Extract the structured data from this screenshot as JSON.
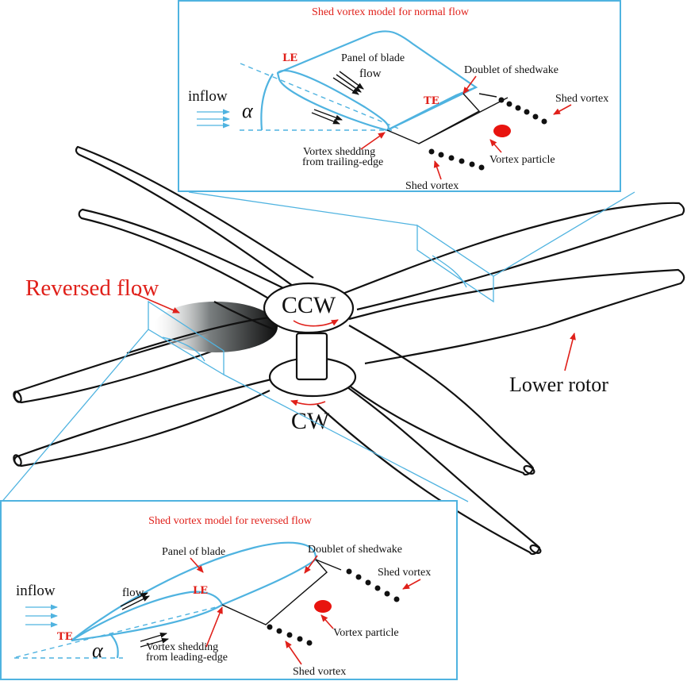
{
  "colors": {
    "frame_blue": "#4fb3e0",
    "label_red": "#e0201a",
    "line_black": "#111111"
  },
  "main": {
    "reversed_flow_label": "Reversed flow",
    "upper_hub_label": "CCW",
    "lower_hub_label": "CW",
    "lower_rotor_label": "Lower rotor"
  },
  "normal_panel": {
    "title": "Shed vortex model for normal flow",
    "inflow": "inflow",
    "alpha": "α",
    "le": "LE",
    "te": "TE",
    "panel_of_blade": "Panel of blade",
    "flow": "flow",
    "doublet": "Doublet of shedwake",
    "shed_vortex_right": "Shed vortex",
    "vortex_particle": "Vortex particle",
    "shedding_line1": "Vortex shedding",
    "shedding_line2": "from trailing-edge",
    "shed_vortex_bottom": "Shed vortex"
  },
  "reversed_panel": {
    "title": "Shed vortex model for reversed flow",
    "inflow": "inflow",
    "alpha": "α",
    "le": "LE",
    "te": "TE",
    "panel_of_blade": "Panel of blade",
    "flow": "flow",
    "doublet": "Doublet of shedwake",
    "shed_vortex_right": "Shed vortex",
    "vortex_particle": "Vortex particle",
    "shedding_line1": "Vortex shedding",
    "shedding_line2": "from leading-edge",
    "shed_vortex_bottom": "Shed vortex"
  }
}
